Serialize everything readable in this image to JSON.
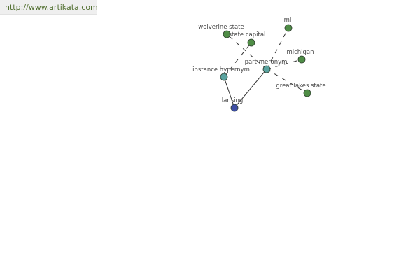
{
  "source": {
    "url_text": "http://www.artikata.com"
  },
  "colors": {
    "center_node": "#3e4ea4",
    "relation_node": "#5aa3a0",
    "leaf_node": "#4f8d46",
    "node_stroke": "#2f3f2f",
    "edge": "#333333",
    "link_text": "#4f6d2d"
  },
  "graph": {
    "nodes": [
      {
        "id": "lansing",
        "label": "lansing",
        "kind": "center"
      },
      {
        "id": "instance-hypernym",
        "label": "instance hypernym",
        "kind": "relation"
      },
      {
        "id": "part-meronym",
        "label": "part meronym",
        "kind": "relation"
      },
      {
        "id": "wolverine-state",
        "label": "wolverine state",
        "kind": "leaf"
      },
      {
        "id": "state-capital",
        "label": "state capital",
        "kind": "leaf"
      },
      {
        "id": "mi",
        "label": "mi",
        "kind": "leaf"
      },
      {
        "id": "michigan",
        "label": "michigan",
        "kind": "leaf"
      },
      {
        "id": "great-lakes-state",
        "label": "great lakes state",
        "kind": "leaf"
      }
    ],
    "edges": [
      {
        "from": "lansing",
        "to": "instance-hypernym",
        "style": "solid"
      },
      {
        "from": "lansing",
        "to": "part-meronym",
        "style": "solid"
      },
      {
        "from": "instance-hypernym",
        "to": "state-capital",
        "style": "dashed"
      },
      {
        "from": "part-meronym",
        "to": "wolverine-state",
        "style": "dashed"
      },
      {
        "from": "part-meronym",
        "to": "mi",
        "style": "dashed"
      },
      {
        "from": "part-meronym",
        "to": "michigan",
        "style": "dashed"
      },
      {
        "from": "part-meronym",
        "to": "great-lakes-state",
        "style": "dashed"
      }
    ]
  }
}
